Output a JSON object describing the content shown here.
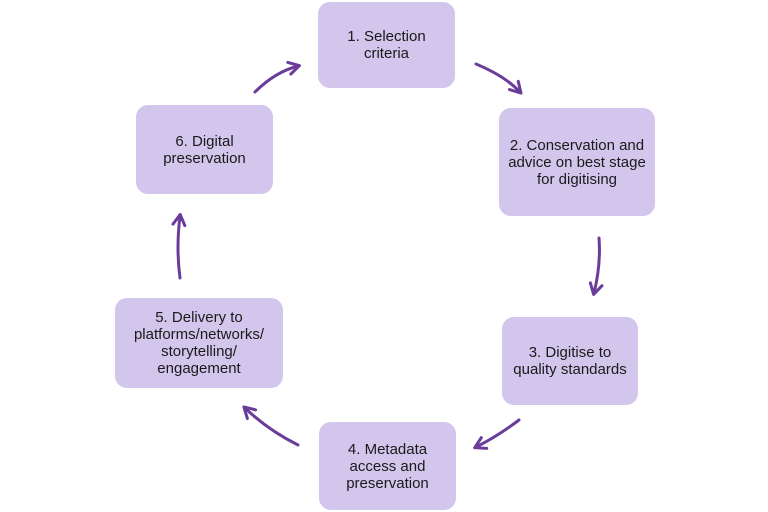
{
  "steps": [
    {
      "id": "step-1",
      "label": "1. Selection criteria"
    },
    {
      "id": "step-2",
      "label": "2. Conservation and advice on best stage for digitising"
    },
    {
      "id": "step-3",
      "label": "3. Digitise to quality standards"
    },
    {
      "id": "step-4",
      "label": "4. Metadata access and preservation"
    },
    {
      "id": "step-5",
      "label": "5. Delivery to platforms/networks/ storytelling/ engagement"
    },
    {
      "id": "step-6",
      "label": "6. Digital preservation"
    }
  ],
  "colors": {
    "box_fill": "#d3c6ec",
    "arrow": "#6b3d9a",
    "text": "#1a1a1a"
  }
}
